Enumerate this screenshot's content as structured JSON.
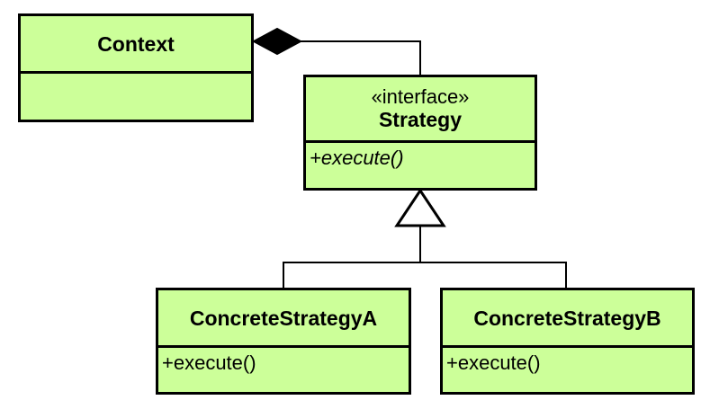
{
  "diagram": {
    "colors": {
      "class_fill": "#ccff99",
      "border": "#000000"
    },
    "classes": {
      "context": {
        "name": "Context",
        "operations": ""
      },
      "strategy": {
        "stereotype": "«interface»",
        "name": "Strategy",
        "operation": "+execute()"
      },
      "concrete_a": {
        "name": "ConcreteStrategyA",
        "operation": "+execute()"
      },
      "concrete_b": {
        "name": "ConcreteStrategyB",
        "operation": "+execute()"
      }
    },
    "relationships": [
      {
        "type": "composition",
        "whole": "Context",
        "part": "Strategy"
      },
      {
        "type": "realization",
        "from": "ConcreteStrategyA",
        "to": "Strategy"
      },
      {
        "type": "realization",
        "from": "ConcreteStrategyB",
        "to": "Strategy"
      }
    ]
  }
}
